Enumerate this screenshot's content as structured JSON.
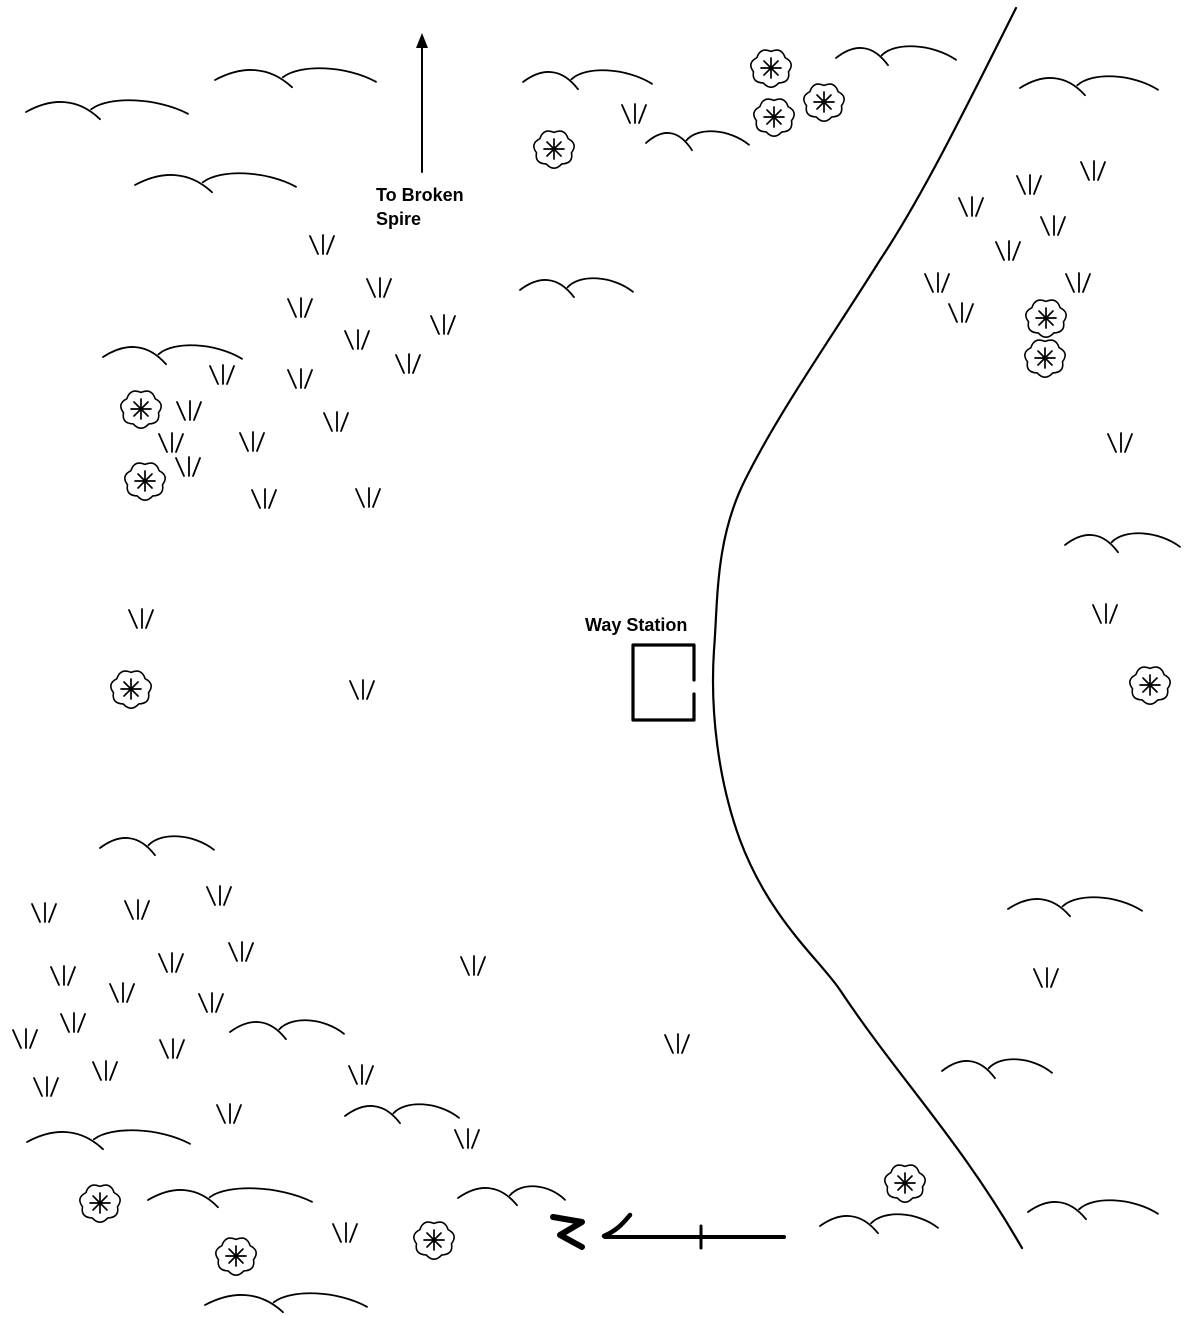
{
  "labels": {
    "spire_line1": "To Broken",
    "spire_line2": "Spire",
    "way_station": "Way Station"
  },
  "icons": {
    "hill": "hill-icon",
    "grass": "grass-tuft-icon",
    "shrub": "shrub-icon",
    "river": "river-line",
    "building": "building-outline-icon",
    "arrow": "direction-arrow-icon",
    "compass": "north-compass-icon"
  },
  "colors": {
    "ink": "#000000",
    "paper": "#ffffff"
  }
}
